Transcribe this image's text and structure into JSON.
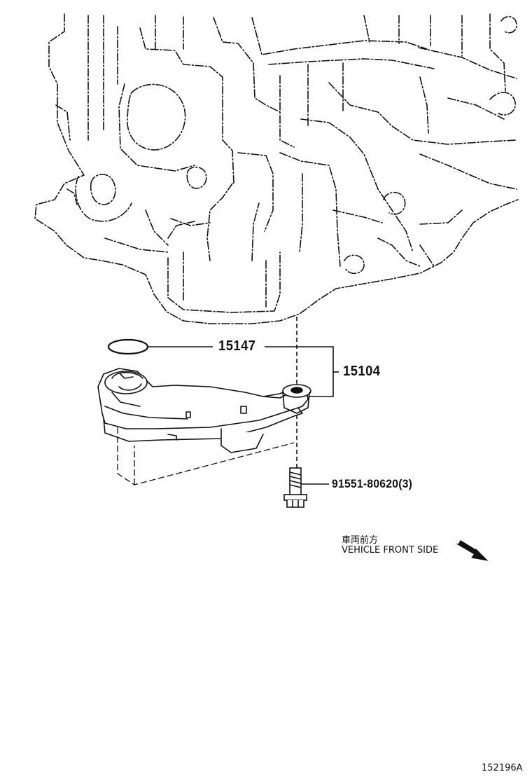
{
  "parts": {
    "oil_strainer_gasket": "15147",
    "oil_strainer_assy": "15104",
    "bolt": "91551-80620(3)"
  },
  "direction_note": {
    "japanese": "車両前方",
    "english": "VEHICLE FRONT SIDE"
  },
  "figure_number": "152196A"
}
